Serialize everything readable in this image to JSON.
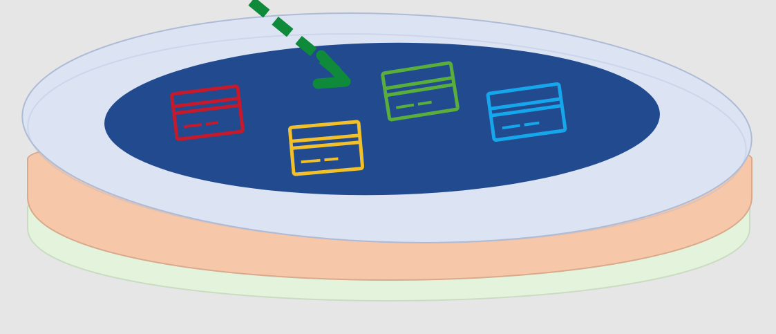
{
  "diagram": {
    "background_color": "#e6e6e6",
    "layers": [
      {
        "id": "bottom",
        "color": "#e4f4dc",
        "edge_color": "#c9dcc2"
      },
      {
        "id": "middle",
        "color": "#f6c7a8",
        "edge_color": "#d8a98c"
      },
      {
        "id": "top",
        "color": "#dce4f4",
        "edge_color": "#aebbd6"
      }
    ],
    "pool": {
      "color": "#224a8f"
    },
    "cards": [
      {
        "id": "red",
        "color": "#c41a2c"
      },
      {
        "id": "yellow",
        "color": "#f2c02a"
      },
      {
        "id": "green",
        "color": "#5aae3c"
      },
      {
        "id": "blue",
        "color": "#15a6ec"
      }
    ],
    "arrow": {
      "icon": "dashed-arrow-down-right",
      "color": "#0e8a3a"
    }
  }
}
